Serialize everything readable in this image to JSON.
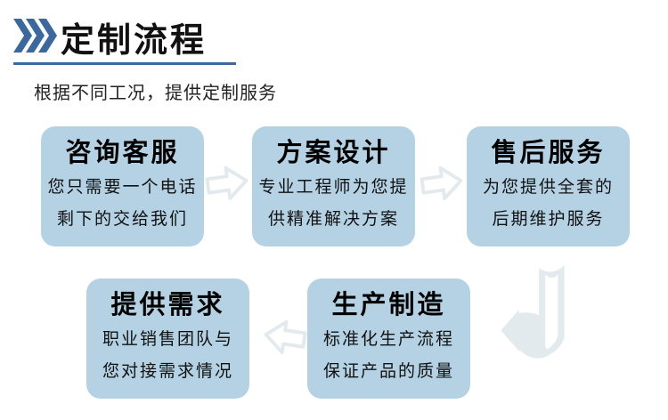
{
  "header": {
    "title": "定制流程",
    "subtitle": "根据不同工况，提供定制服务",
    "accent_color": "#3A689F",
    "chevrons_icon": "triple-chevron-right-icon"
  },
  "flow": {
    "box_fill_color": "#B4D2E3",
    "arrow_color": "#E3EAEE",
    "steps": [
      {
        "title": "咨询客服",
        "desc_line1": "您只需要一个电话",
        "desc_line2": "剩下的交给我们"
      },
      {
        "title": "方案设计",
        "desc_line1": "专业工程师为您提",
        "desc_line2": "供精准解决方案"
      },
      {
        "title": "售后服务",
        "desc_line1": "为您提供全套的",
        "desc_line2": "后期维护服务"
      },
      {
        "title": "提供需求",
        "desc_line1": "职业销售团队与",
        "desc_line2": "您对接需求情况"
      },
      {
        "title": "生产制造",
        "desc_line1": "标准化生产流程",
        "desc_line2": "保证产品的质量"
      }
    ],
    "arrows": [
      {
        "name": "arrow-step1-to-step2",
        "direction": "right"
      },
      {
        "name": "arrow-step2-to-step3",
        "direction": "right"
      },
      {
        "name": "arrow-step5-to-step4",
        "direction": "left"
      },
      {
        "name": "arrow-step3-down-left",
        "direction": "down-left-ribbon"
      }
    ]
  }
}
